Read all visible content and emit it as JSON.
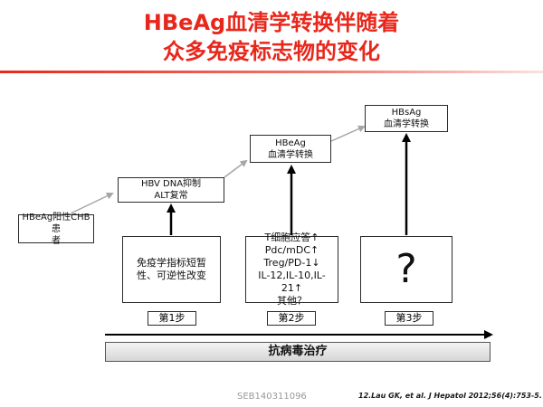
{
  "title": {
    "line1": "HBeAg血清学转换伴随着",
    "line2": "众多免疫标志物的变化"
  },
  "boxes": {
    "start": [
      "HBeAg阳性CHB患",
      "者"
    ],
    "level1": [
      "HBV DNA抑制",
      "ALT复常"
    ],
    "level2": [
      "HBeAg",
      "血清学转换"
    ],
    "level3": [
      "HBsAg",
      "血清学转换"
    ],
    "marker1": [
      "免疫学指标短暂",
      "性、可逆性改变"
    ],
    "marker2": [
      "T细胞应答↑",
      "Pdc/mDC↑",
      "Treg/PD-1↓",
      "IL-12,IL-10,IL-21↑",
      "其他？"
    ],
    "marker3": "?"
  },
  "steps": {
    "step1": "第1步",
    "step2": "第2步",
    "step3": "第3步"
  },
  "therapy": "抗病毒治疗",
  "footer": {
    "code": "SEB140311096",
    "citation": "12.Lau GK, et al. J Hepatol 2012;56(4):753-5."
  },
  "colors": {
    "title": "#e8271c",
    "arrow_gray": "#a6a6a6",
    "arrow_black": "#000000"
  }
}
